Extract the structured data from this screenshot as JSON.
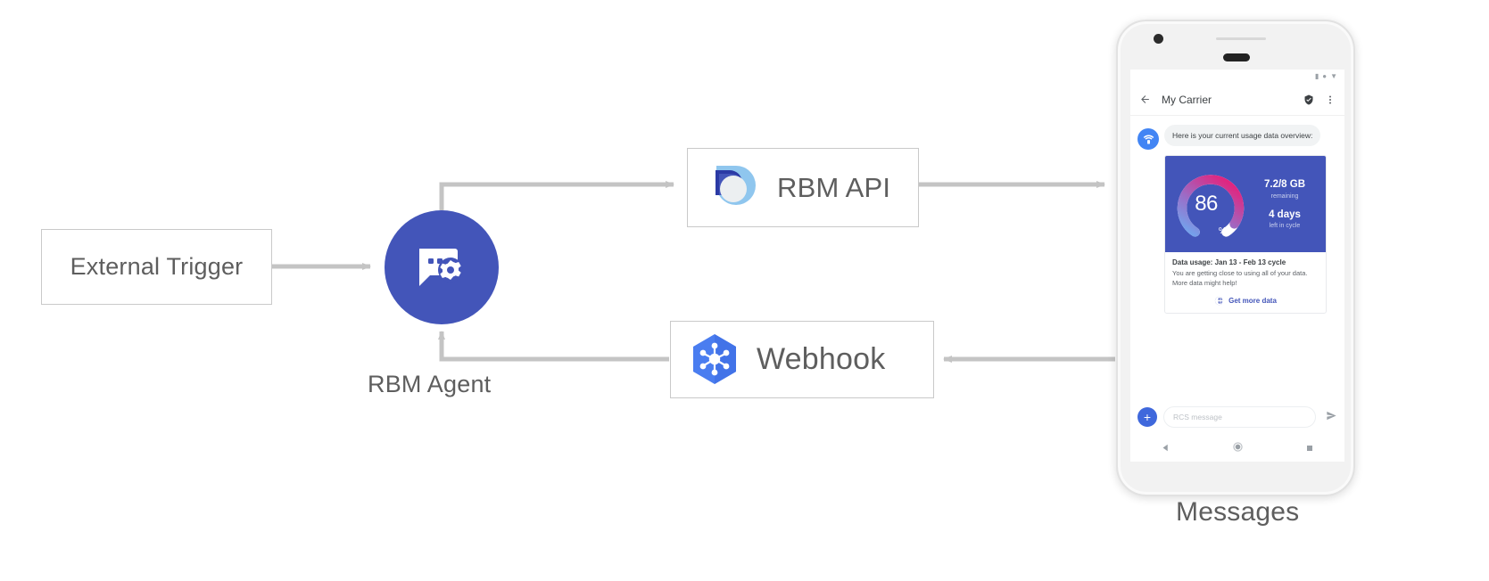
{
  "diagram": {
    "nodes": {
      "external_trigger": {
        "label": "External Trigger"
      },
      "rbm_agent": {
        "label": "RBM Agent",
        "icon": "chat-gear-icon"
      },
      "rbm_api": {
        "label": "RBM API",
        "icon": "rbm-droplet-icon"
      },
      "webhook": {
        "label": "Webhook",
        "icon": "hexagon-nodes-icon"
      },
      "messages": {
        "label": "Messages"
      }
    },
    "colors": {
      "agent_blue": "#4355b9",
      "webhook_blue": "#4a7df0",
      "api_light_blue": "#8fc6ee",
      "connector_gray": "#c4c4c4",
      "box_border": "#c9c9c9",
      "label_gray": "#5e5e5e"
    }
  },
  "phone": {
    "statusbar": {
      "icons": [
        "signal-icon",
        "wifi-icon",
        "battery-icon"
      ]
    },
    "appbar": {
      "back_icon": "back-arrow-icon",
      "title": "My Carrier",
      "verified_icon": "verified-shield-icon",
      "overflow_icon": "more-vertical-icon"
    },
    "thread": {
      "avatar_icon": "carrier-avatar-icon",
      "incoming_message": "Here is your current usage data overview:",
      "card": {
        "gauge": {
          "percent": "86",
          "percent_symbol": "%",
          "value": 86,
          "track_color": "#ffffff"
        },
        "data_remaining": "7.2/8 GB",
        "data_remaining_sub": "remaining",
        "days_left": "4 days",
        "days_left_sub": "left in cycle",
        "title": "Data usage: Jan 13 - Feb 13 cycle",
        "body_line_1": "You are getting close to using all of your data.",
        "body_line_2": "More data might help!",
        "action_icon": "globe-icon",
        "action_label": "Get more data"
      }
    },
    "composer": {
      "plus_label": "+",
      "placeholder": "RCS message",
      "send_icon": "send-icon"
    },
    "navbar": {
      "back": "nav-back-icon",
      "home": "nav-home-icon",
      "recents": "nav-recents-icon"
    }
  }
}
